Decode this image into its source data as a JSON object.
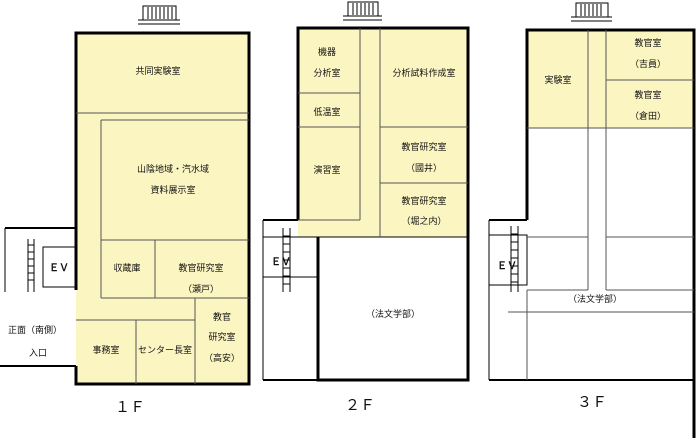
{
  "colors": {
    "room": "#fbf5c2",
    "wall": "#000000",
    "thin": "#555555"
  },
  "floors": {
    "f1": {
      "label": "１Ｆ",
      "rooms": {
        "kyodo": "共同実験室",
        "sanin_1": "山陰地域・汽水域",
        "sanin_2": "資料展示室",
        "shuzo": "収蔵庫",
        "seto_1": "教官研究室",
        "seto_2": "（瀬戸）",
        "jimu": "事務室",
        "center": "センター長室",
        "takayasu_1": "教官",
        "takayasu_2": "研究室",
        "takayasu_3": "（高安）"
      },
      "ev": "ＥＶ",
      "entrance_1": "正面（南側）",
      "entrance_2": "入口"
    },
    "f2": {
      "label": "２Ｆ",
      "rooms": {
        "kiki_1": "機器",
        "kiki_2": "分析室",
        "teion": "低温室",
        "enshu": "演習室",
        "bunseki": "分析試料作成室",
        "kunii_1": "教官研究室",
        "kunii_2": "（國井）",
        "horinouchi_1": "教官研究室",
        "horinouchi_2": "（堀之内）"
      },
      "ev": "ＥＶ",
      "hobun": "（法文学部）"
    },
    "f3": {
      "label": "３Ｆ",
      "rooms": {
        "jikken": "実験室",
        "yoshiin_1": "教官室",
        "yoshiin_2": "（吉員）",
        "kurata_1": "教官室",
        "kurata_2": "（倉田）"
      },
      "ev": "ＥＶ",
      "hobun": "（法文学部）"
    }
  }
}
